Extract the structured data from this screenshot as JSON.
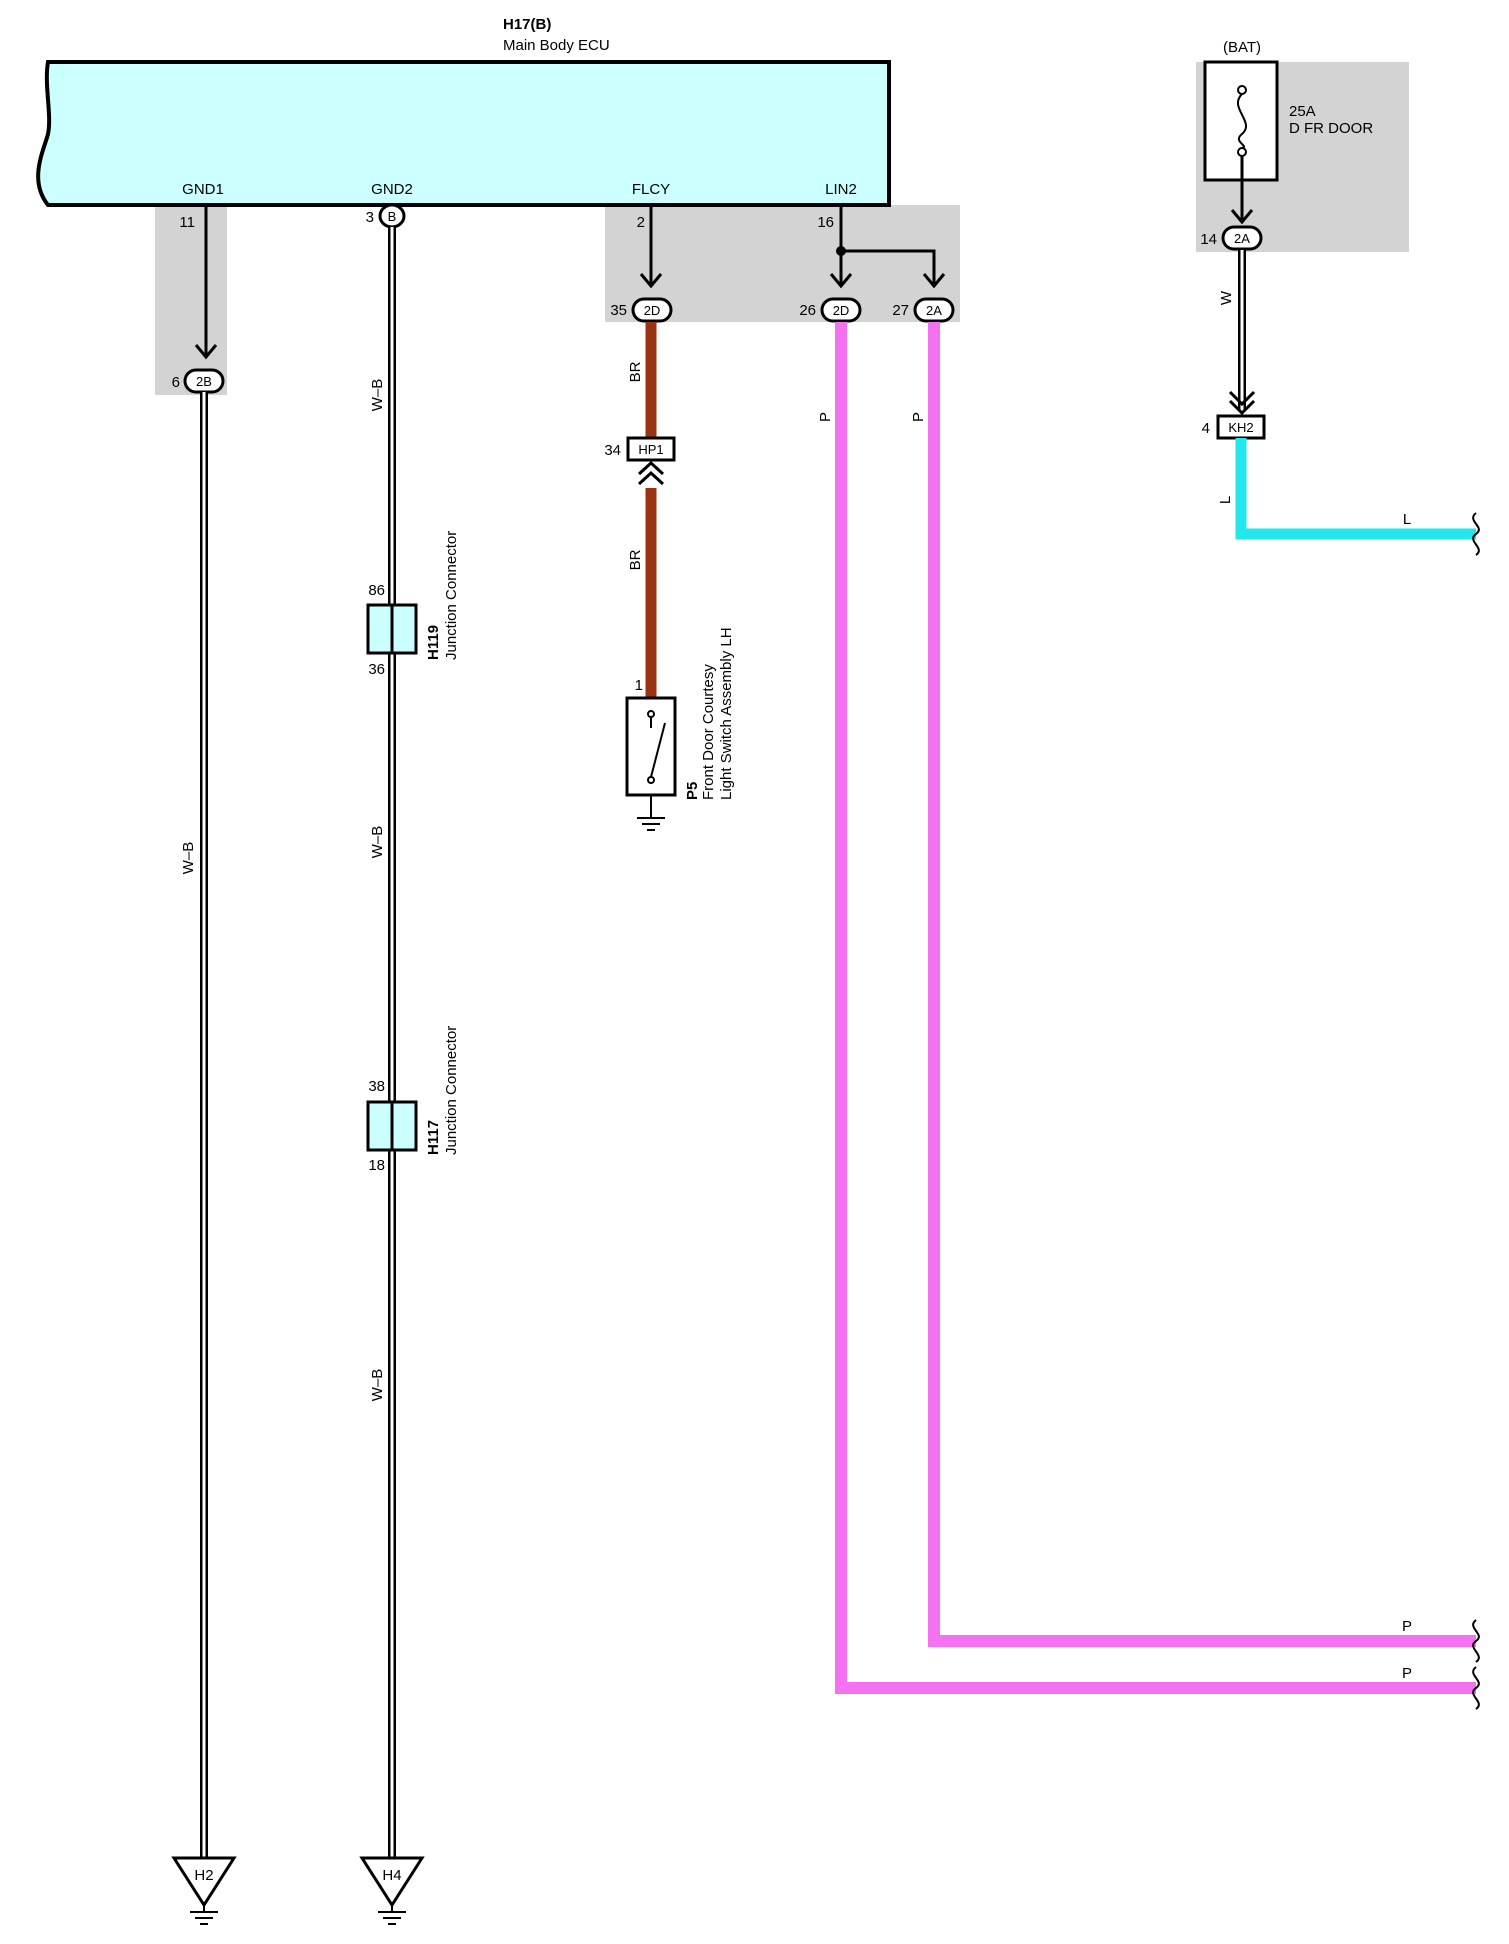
{
  "ecu": {
    "code": "H17(B)",
    "name": "Main Body ECU"
  },
  "pins": {
    "gnd1": {
      "name": "GND1",
      "num": "11"
    },
    "gnd2": {
      "name": "GND2",
      "num": "3",
      "conn": "B"
    },
    "flcy": {
      "name": "FLCY",
      "num": "2"
    },
    "lin2": {
      "name": "LIN2",
      "num": "16"
    }
  },
  "connectors": {
    "c2b": {
      "num": "6",
      "code": "2B"
    },
    "c2d_35": {
      "num": "35",
      "code": "2D"
    },
    "c2d_26": {
      "num": "26",
      "code": "2D"
    },
    "c2a_27": {
      "num": "27",
      "code": "2A"
    },
    "hp1": {
      "num": "34",
      "code": "HP1"
    },
    "c2a_14": {
      "num": "14",
      "code": "2A"
    },
    "kh2": {
      "num": "4",
      "code": "KH2"
    }
  },
  "wires": {
    "gnd1": "W–B",
    "gnd2_a": "W–B",
    "gnd2_b": "W–B",
    "gnd2_c": "W–B",
    "flcy_a": "BR",
    "flcy_b": "BR",
    "lin_a": "P",
    "lin_b": "P",
    "lin_a_end": "P",
    "lin_b_end": "P",
    "fuse_out": "W",
    "kh2_out": "L",
    "kh2_out_end": "L"
  },
  "junctions": {
    "h119": {
      "code": "H119",
      "name": "Junction Connector",
      "pin_top": "86",
      "pin_bot": "36"
    },
    "h117": {
      "code": "H117",
      "name": "Junction Connector",
      "pin_top": "38",
      "pin_bot": "18"
    }
  },
  "switch": {
    "code": "P5",
    "name_line1": "Front Door Courtesy",
    "name_line2": "Light Switch Assembly LH",
    "pin": "1"
  },
  "fuse": {
    "source": "(BAT)",
    "rating": "25A",
    "name": "D FR DOOR"
  },
  "grounds": {
    "h2": "H2",
    "h4": "H4"
  },
  "colors": {
    "ecu_fill": "#ccffff",
    "shade": "#d3d3d3",
    "br": "#993311",
    "pink": "#f472f0",
    "cyan": "#22e8ee",
    "junction_fill": "#ccffff"
  }
}
